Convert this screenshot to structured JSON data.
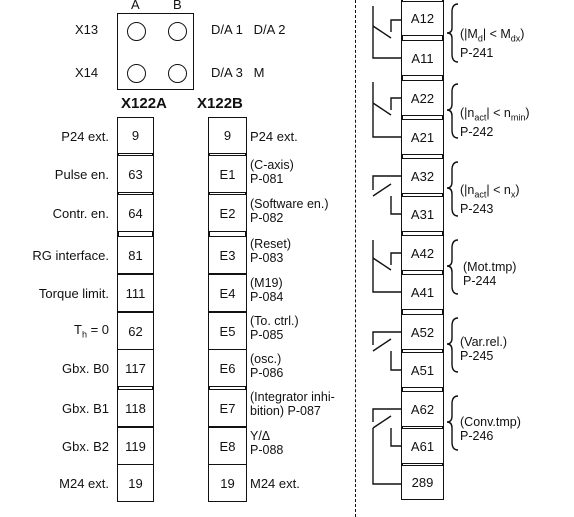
{
  "top_block": {
    "col_a": "A",
    "col_b": "B",
    "rows": [
      {
        "left": "X13",
        "right": "D/A 1   D/A 2"
      },
      {
        "left": "X14",
        "right": "D/A 3   M"
      }
    ]
  },
  "x122a": {
    "header": "X122A",
    "rows": [
      {
        "label": "P24 ext.",
        "value": "9"
      },
      {
        "label": "Pulse en.",
        "value": "63"
      },
      {
        "label": "Contr. en.",
        "value": "64"
      },
      {
        "label": "RG interface.",
        "value": "81"
      },
      {
        "label": "Torque limit.",
        "value": "111"
      },
      {
        "label": "T",
        "label_sub": "h",
        "label_rest": " = 0",
        "value": "62"
      },
      {
        "label": "Gbx. B0",
        "value": "117"
      },
      {
        "label": "Gbx. B1",
        "value": "118"
      },
      {
        "label": "Gbx. B2",
        "value": "119"
      },
      {
        "label": "M24 ext.",
        "value": "19"
      }
    ]
  },
  "x122b": {
    "header": "X122B",
    "rows": [
      {
        "value": "9",
        "desc1": "P24 ext.",
        "desc2": ""
      },
      {
        "value": "E1",
        "desc1": "(C-axis)",
        "desc2": "P-081"
      },
      {
        "value": "E2",
        "desc1": "(Software en.)",
        "desc2": "P-082"
      },
      {
        "value": "E3",
        "desc1": "(Reset)",
        "desc2": "P-083"
      },
      {
        "value": "E4",
        "desc1": "(M19)",
        "desc2": "P-084"
      },
      {
        "value": "E5",
        "desc1": "(To. ctrl.)",
        "desc2": "P-085"
      },
      {
        "value": "E6",
        "desc1": "(osc.)",
        "desc2": "P-086"
      },
      {
        "value": "E7",
        "desc1": "(Integrator inhi-",
        "desc2": "bition) P-087"
      },
      {
        "value": "E8",
        "desc1": "Y/Δ",
        "desc2": "P-088"
      },
      {
        "value": "19",
        "desc1": "M24 ext.",
        "desc2": ""
      }
    ]
  },
  "relays": {
    "terminals": [
      "A12",
      "A11",
      "A22",
      "A21",
      "A32",
      "A31",
      "A42",
      "A41",
      "A52",
      "A51",
      "A62",
      "A61",
      "289"
    ],
    "notes": [
      {
        "line1": "(|M",
        "sub1": "d",
        "mid": "| < M",
        "sub2": "dx",
        "end": ")",
        "line2": "P-241"
      },
      {
        "line1": "(|n",
        "sub1": "act",
        "mid": "| < n",
        "sub2": "min",
        "end": ")",
        "line2": "P-242"
      },
      {
        "line1": "(|n",
        "sub1": "act",
        "mid": "| < n",
        "sub2": "x",
        "end": ")",
        "line2": "P-243"
      },
      {
        "line1": "(Mot.tmp)",
        "sub1": "",
        "mid": "",
        "sub2": "",
        "end": "",
        "line2": "P-244"
      },
      {
        "line1": "(Var.rel.)",
        "sub1": "",
        "mid": "",
        "sub2": "",
        "end": "",
        "line2": "P-245"
      },
      {
        "line1": "(Conv.tmp)",
        "sub1": "",
        "mid": "",
        "sub2": "",
        "end": "",
        "line2": "P-246"
      }
    ]
  }
}
